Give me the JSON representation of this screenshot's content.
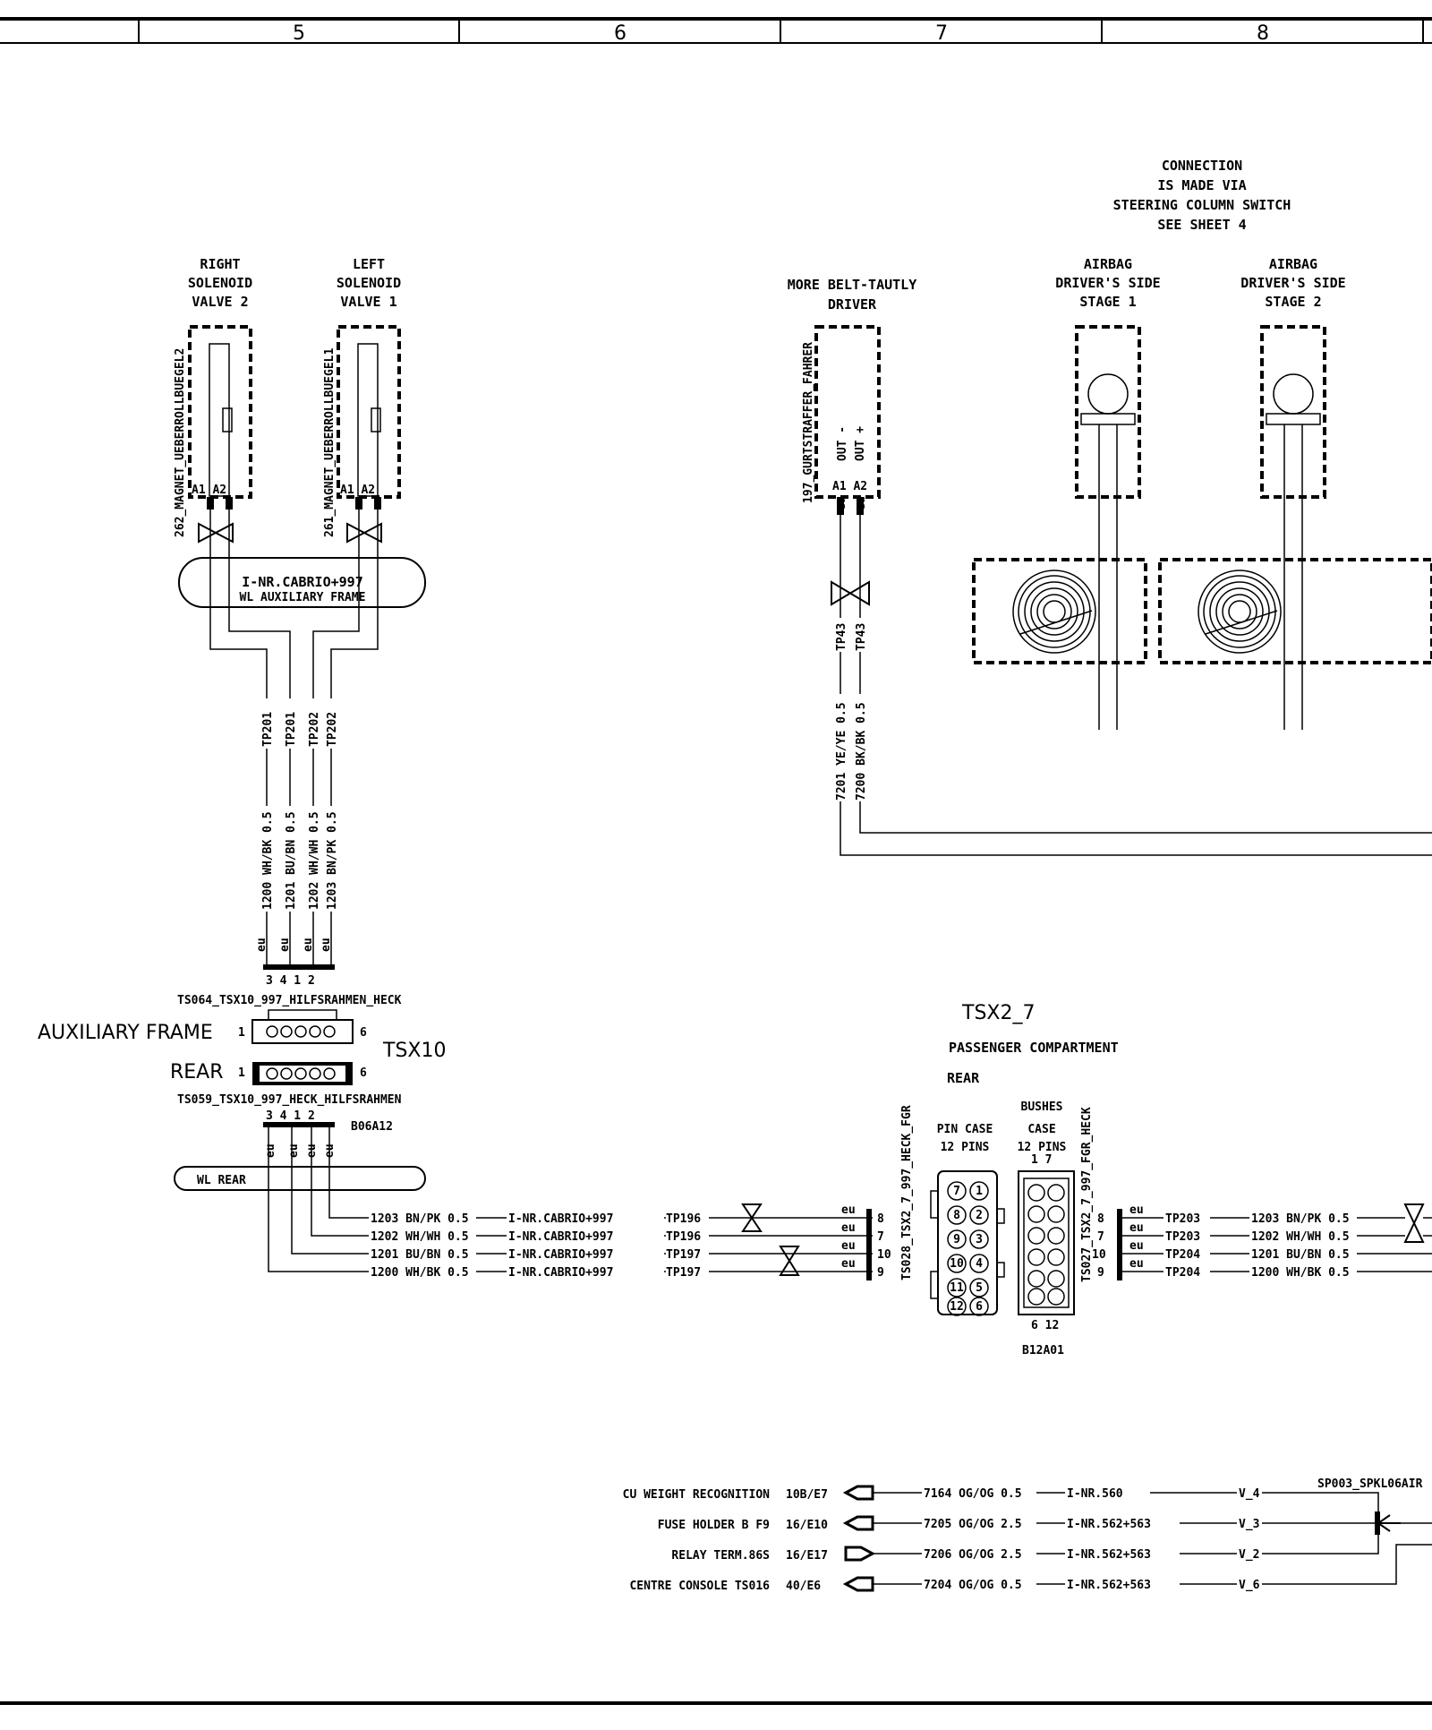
{
  "header": {
    "columns": [
      "5",
      "6",
      "7",
      "8"
    ]
  },
  "solenoids": {
    "right": {
      "title": [
        "RIGHT",
        "SOLENOID",
        "VALVE 2"
      ],
      "code": "262_MAGNET_UEBERROLLBUEGEL2",
      "pins": "A1 A2"
    },
    "left": {
      "title": [
        "LEFT",
        "SOLENOID",
        "VALVE 1"
      ],
      "code": "261_MAGNET_UEBERROLLBUEGEL1",
      "pins": "A1 A2"
    }
  },
  "aux_frame_box": {
    "line1": "I-NR.CABRIO+997",
    "line2": "WL AUXILIARY FRAME"
  },
  "tp_labels": [
    "TP201",
    "TP201",
    "TP202",
    "TP202"
  ],
  "vertical_wires": [
    "1200 WH/BK 0.5",
    "1201 BU/BN 0.5",
    "1202 WH/WH 0.5",
    "1203 BN/PK 0.5"
  ],
  "eu": "eu",
  "tsx10": {
    "pins_top": "3 4 1 2",
    "connector_top": "TS064_TSX10_997_HILFSRAHMEN_HECK",
    "aux_frame": "AUXILIARY FRAME",
    "rear": "REAR",
    "name": "TSX10",
    "pin1": "1",
    "pin6": "6",
    "connector_bottom": "TS059_TSX10_997_HECK_HILFSRAHMEN",
    "pins_bottom": "3 4 1 2",
    "ref": "B06A12"
  },
  "wl_rear": "WL REAR",
  "rear_wires": [
    {
      "wire": "1203 BN/PK 0.5",
      "inr": "I-NR.CABRIO+997",
      "tp": "TP196",
      "pin": "8"
    },
    {
      "wire": "1202 WH/WH 0.5",
      "inr": "I-NR.CABRIO+997",
      "tp": "TP196",
      "pin": "7"
    },
    {
      "wire": "1201 BU/BN 0.5",
      "inr": "I-NR.CABRIO+997",
      "tp": "TP197",
      "pin": "10"
    },
    {
      "wire": "1200 WH/BK 0.5",
      "inr": "I-NR.CABRIO+997",
      "tp": "TP197",
      "pin": "9"
    }
  ],
  "tsx2_7": {
    "name": "TSX2_7",
    "compartment": "PASSENGER COMPARTMENT",
    "rear": "REAR",
    "pin_case": [
      "PIN CASE",
      "12 PINS"
    ],
    "bushes_case": [
      "BUSHES",
      "CASE",
      "12 PINS"
    ],
    "top_pins": "1  7",
    "bottom_pins": "6  12",
    "ref": "B12A01",
    "conn_left": "TS028_TSX2_7_997_HECK_FGR",
    "conn_right": "TS027_TSX2_7_997_FGR_HECK",
    "pin_numbers": [
      "1",
      "2",
      "3",
      "4",
      "5",
      "6",
      "7",
      "8",
      "9",
      "10",
      "11",
      "12"
    ]
  },
  "right_wires": [
    {
      "pin": "8",
      "tp": "TP203",
      "wire": "1203 BN/PK 0.5"
    },
    {
      "pin": "7",
      "tp": "TP203",
      "wire": "1202 WH/WH 0.5"
    },
    {
      "pin": "10",
      "tp": "TP204",
      "wire": "1201 BU/BN 0.5"
    },
    {
      "pin": "9",
      "tp": "TP204",
      "wire": "1200 WH/BK 0.5"
    }
  ],
  "belt": {
    "title": [
      "MORE BELT-TAUTLY",
      "DRIVER"
    ],
    "code": "197_GURTSTRAFFER_FAHRER",
    "out_minus": "OUT -",
    "out_plus": "OUT +",
    "pins": "A1 A2",
    "tp1": "TP43",
    "tp2": "TP43",
    "wire1": "7201 YE/YE 0.5",
    "wire2": "7200 BK/BK 0.5"
  },
  "connection_note": [
    "CONNECTION",
    "IS MADE VIA",
    "STEERING COLUMN SWITCH",
    "SEE SHEET 4"
  ],
  "airbag1": [
    "AIRBAG",
    "DRIVER'S SIDE",
    "STAGE 1"
  ],
  "airbag2": [
    "AIRBAG",
    "DRIVER'S SIDE",
    "STAGE 2"
  ],
  "bottom_rows": [
    {
      "label": "CU WEIGHT RECOGNITION",
      "ref": "10B/E7",
      "wire": "7164 OG/OG 0.5",
      "inr": "I-NR.560",
      "v": "V_4"
    },
    {
      "label": "FUSE HOLDER B F9",
      "ref": "16/E10",
      "wire": "7205 OG/OG 2.5",
      "inr": "I-NR.562+563",
      "v": "V_3"
    },
    {
      "label": "RELAY TERM.86S",
      "ref": "16/E17",
      "wire": "7206 OG/OG 2.5",
      "inr": "I-NR.562+563",
      "v": "V_2"
    },
    {
      "label": "CENTRE CONSOLE TS016",
      "ref": "40/E6",
      "wire": "7204 OG/OG 0.5",
      "inr": "I-NR.562+563",
      "v": "V_6"
    }
  ],
  "splice": "SP003_SPKL06AIR"
}
